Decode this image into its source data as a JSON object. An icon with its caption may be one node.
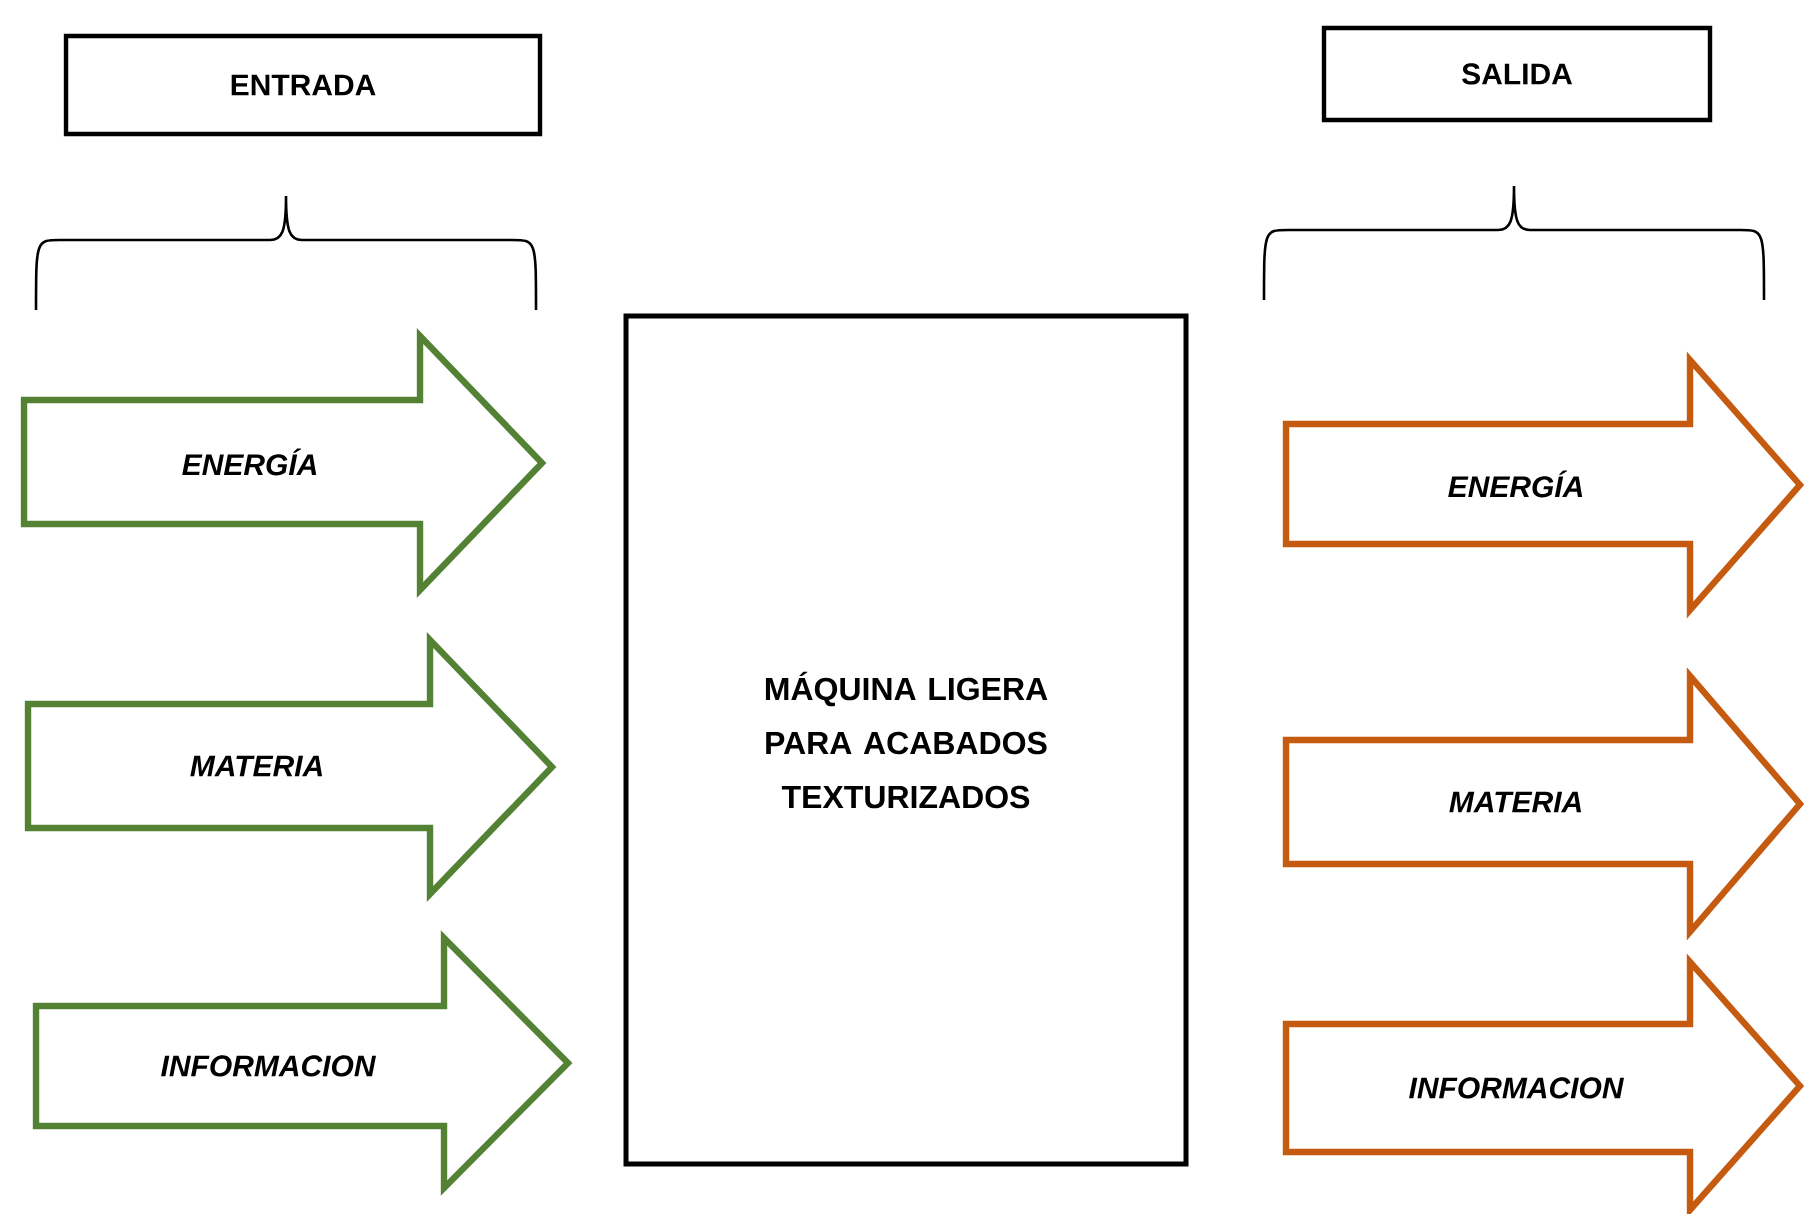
{
  "diagram": {
    "nodes": [
      {
        "text": [
          "ENTRADA"
        ]
      },
      {
        "text": [
          "SALIDA"
        ]
      },
      {
        "text": [
          "ENERGÍA"
        ]
      },
      {
        "text": [
          "MATERIA"
        ]
      },
      {
        "text": [
          "INFORMACION"
        ]
      },
      {
        "text": [
          "MÁQUINA LIGERA PARA ACABADOS TEXTURIZADOS"
        ]
      },
      {
        "text": [
          "ENERGÍA"
        ]
      },
      {
        "text": [
          "MATERIA"
        ]
      },
      {
        "text": [
          "INFORMACION"
        ]
      }
    ]
  }
}
